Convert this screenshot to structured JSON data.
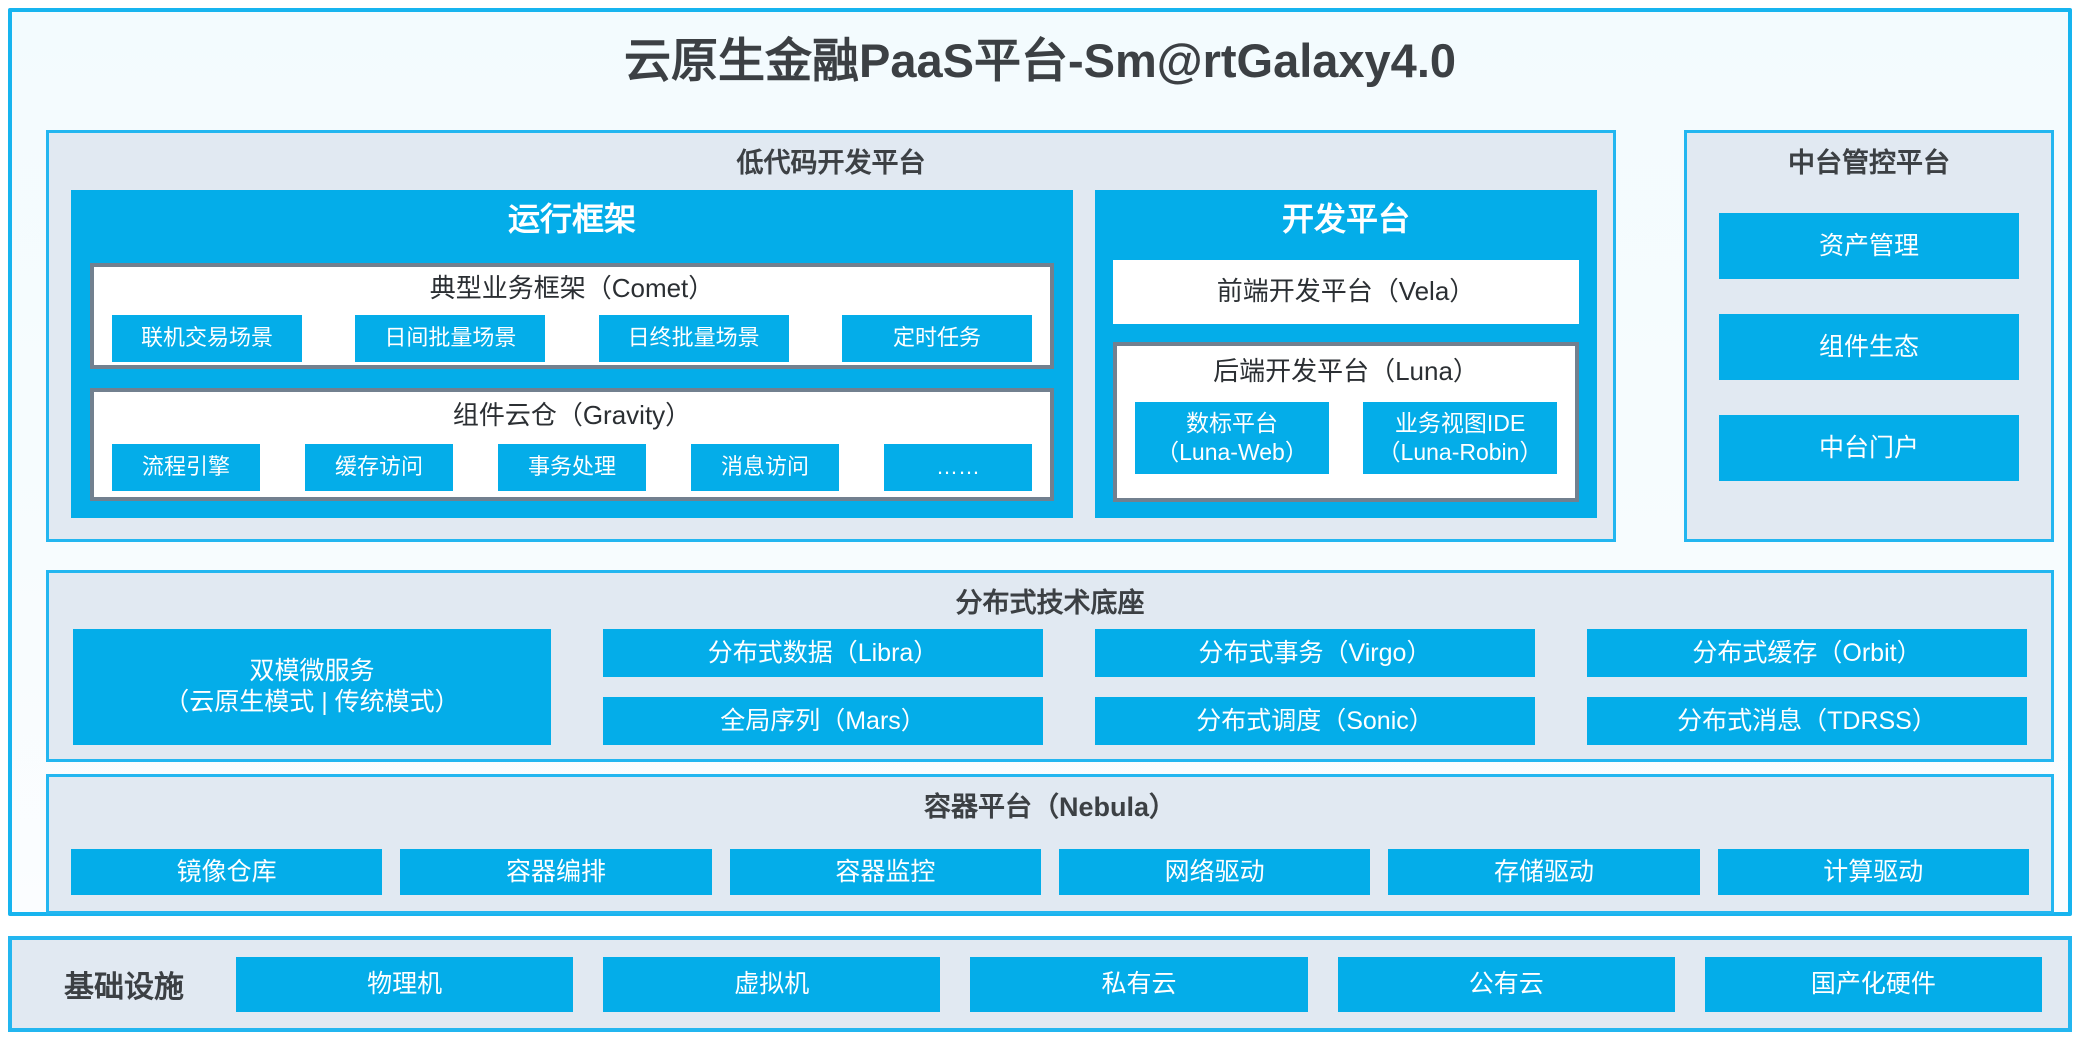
{
  "title": "云原生金融PaaS平台-Sm@rtGalaxy4.0",
  "colors": {
    "accent_blue": "#04ade9",
    "panel_border": "#23b6f0",
    "panel_fill": "#e1e9f2",
    "frame_border": "#17b4ef",
    "inner_gray_border": "#72808f",
    "text_dark": "#3c4044"
  },
  "lowcode": {
    "title": "低代码开发平台",
    "runtime": {
      "title": "运行框架",
      "comet": {
        "title": "典型业务框架（Comet）",
        "items": [
          "联机交易场景",
          "日间批量场景",
          "日终批量场景",
          "定时任务"
        ]
      },
      "gravity": {
        "title": "组件云仓（Gravity）",
        "items": [
          "流程引擎",
          "缓存访问",
          "事务处理",
          "消息访问",
          "……"
        ]
      }
    },
    "dev": {
      "title": "开发平台",
      "vela": "前端开发平台（Vela）",
      "luna": {
        "title": "后端开发平台（Luna）",
        "items": [
          {
            "line1": "数标平台",
            "line2": "（Luna-Web）"
          },
          {
            "line1": "业务视图IDE",
            "line2": "（Luna-Robin）"
          }
        ]
      }
    }
  },
  "midplatform": {
    "title": "中台管控平台",
    "items": [
      "资产管理",
      "组件生态",
      "中台门户"
    ]
  },
  "distributed": {
    "title": "分布式技术底座",
    "wide": {
      "line1": "双模微服务",
      "line2": "（云原生模式 | 传统模式）"
    },
    "columns": [
      {
        "top": "分布式数据（Libra）",
        "bottom": "全局序列（Mars）"
      },
      {
        "top": "分布式事务（Virgo）",
        "bottom": "分布式调度（Sonic）"
      },
      {
        "top": "分布式缓存（Orbit）",
        "bottom": "分布式消息（TDRSS）"
      }
    ]
  },
  "container": {
    "title": "容器平台（Nebula）",
    "items": [
      "镜像仓库",
      "容器编排",
      "容器监控",
      "网络驱动",
      "存储驱动",
      "计算驱动"
    ]
  },
  "infrastructure": {
    "label": "基础设施",
    "items": [
      "物理机",
      "虚拟机",
      "私有云",
      "公有云",
      "国产化硬件"
    ]
  }
}
